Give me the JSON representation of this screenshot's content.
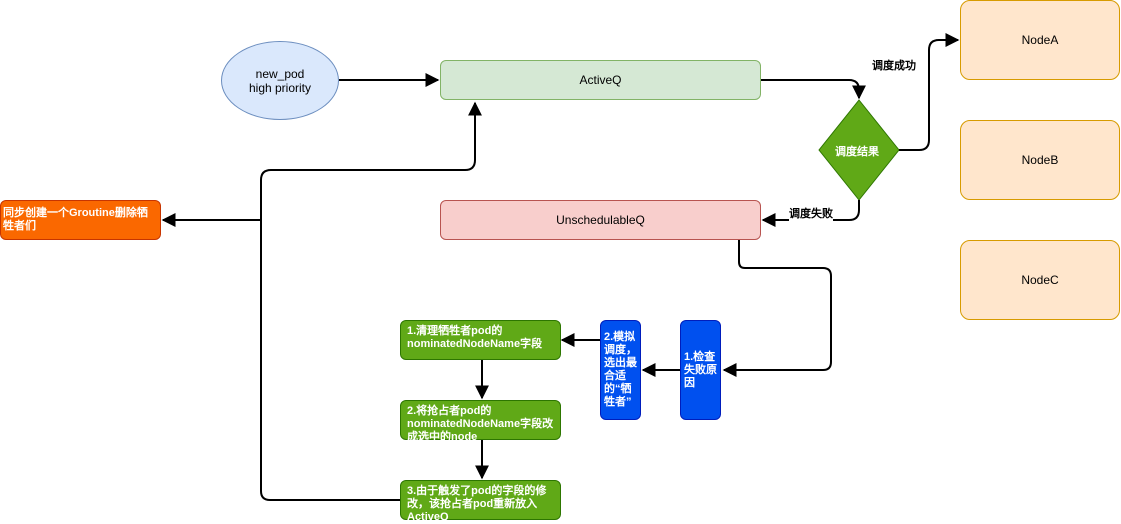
{
  "nodes": {
    "new_pod": "new_pod\nhigh priority",
    "active_q": "ActiveQ",
    "unschedulable_q": "UnschedulableQ",
    "decision": "调度结果",
    "node_a": "NodeA",
    "node_b": "NodeB",
    "node_c": "NodeC",
    "goroutine": "同步创建一个Groutine删除牺牲者们",
    "check": "1.检查失败原因",
    "simulate": "2.模拟调度，选出最合适的“牺牲者”",
    "step1": "1.清理牺牲者pod的nominatedNodeName字段",
    "step2": "2.将抢占者pod的nominatedNodeName字段改成选中的node",
    "step3": "3.由于触发了pod的字段的修改，该抢占者pod重新放入ActiveQ"
  },
  "edges": {
    "success": "调度成功",
    "failure": "调度失败"
  },
  "colors": {
    "edge": "#000000",
    "decision_fill": "#60a917",
    "decision_stroke": "#2d7600"
  }
}
